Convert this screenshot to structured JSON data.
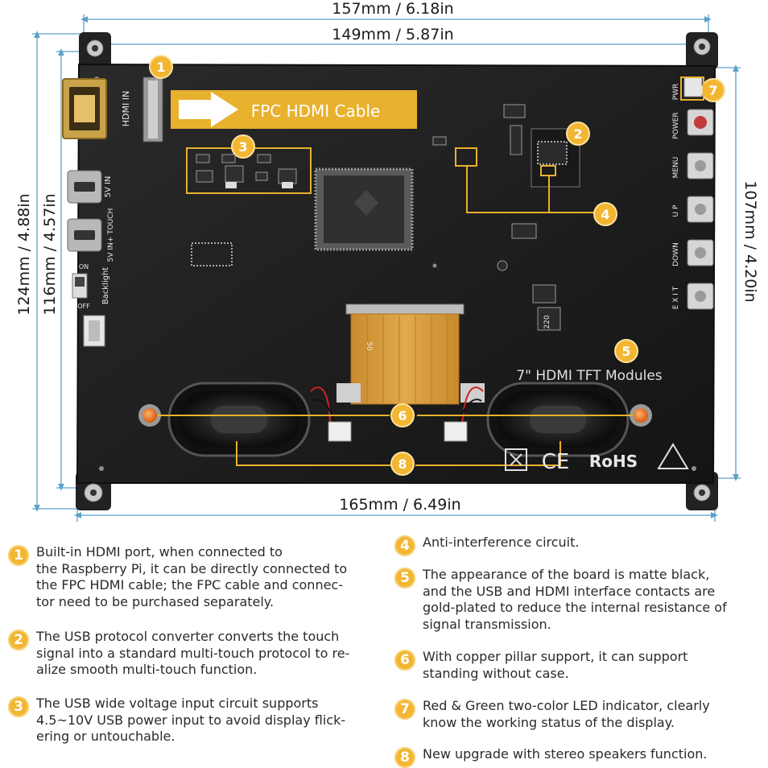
{
  "dimensions": {
    "top_outer": "157mm / 6.18in",
    "top_inner": "149mm / 5.87in",
    "bottom": "165mm / 6.49in",
    "left_outer": "124mm / 4.88in",
    "left_inner": "116mm / 4.57in",
    "right": "107mm / 4.20in"
  },
  "board": {
    "callout_cable": "FPC HDMI Cable",
    "module_title": "7\" HDMI TFT Modules",
    "silk": {
      "hdmi_in": "HDMI IN",
      "five_v_in": "5V IN",
      "five_v_touch": "5V IN+ TOUCH",
      "backlight": "Backlight",
      "on": "ON",
      "off": "OFF",
      "pwr": "PWR",
      "power": "POWER",
      "menu": "MENU",
      "up": "U P",
      "down": "DOWN",
      "exit": "E X I T",
      "rohs": "RoHS",
      "ce": "CE",
      "fifty": "50",
      "inductor": "220"
    },
    "badges": [
      "1",
      "2",
      "3",
      "4",
      "5",
      "6",
      "7",
      "8"
    ]
  },
  "legend": [
    {
      "num": "1",
      "text": "Built-in HDMI port, when connected to\nthe Raspberry Pi, it can be directly connected to\nthe FPC HDMI cable; the FPC cable and connec-\ntor need to be purchased separately."
    },
    {
      "num": "2",
      "text": "The USB protocol converter converts the touch\nsignal into a standard multi-touch protocol to re-\nalize smooth multi-touch function."
    },
    {
      "num": "3",
      "text": "The USB wide voltage input circuit supports\n4.5~10V USB power input to avoid display flick-\nering or untouchable."
    },
    {
      "num": "4",
      "text": "Anti-interference circuit."
    },
    {
      "num": "5",
      "text": "The appearance of the board is matte black,\nand the USB and HDMI interface contacts are\ngold-plated to reduce the internal resistance of\nsignal transmission."
    },
    {
      "num": "6",
      "text": "With copper pillar support, it can support\nstanding without case."
    },
    {
      "num": "7",
      "text": "Red & Green two-color LED indicator, clearly\n know the working status of the display."
    },
    {
      "num": "8",
      "text": "New upgrade with stereo speakers function."
    }
  ],
  "colors": {
    "board": "#1e1e1e",
    "dimension_line": "#5aa0c8",
    "badge": "#f2b632",
    "callout_box": "#e8b12e",
    "ribbon": "#d99a3a",
    "standoff": "#e6731a"
  }
}
